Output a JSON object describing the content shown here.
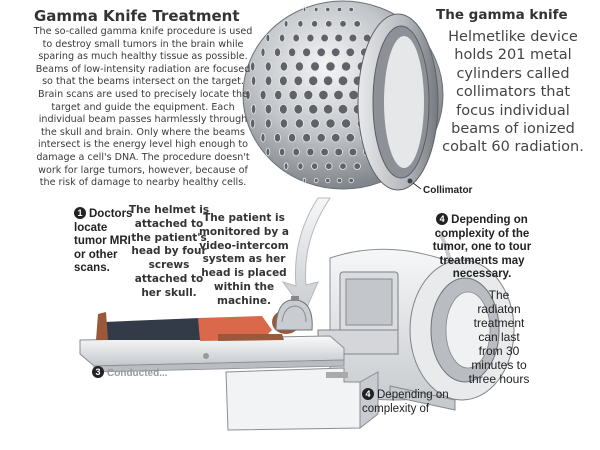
{
  "header": {
    "title": "Gamma Knife Treatment",
    "intro": "The so-called gamma knife procedure is used to destroy small tumors in the brain while sparing as much healthy tissue as possible. Beams of low-intensity radiation are focused so that the beams intersect on the target. Brain scans are used to precisely locate the target and guide the equipment. Each individual beam passes harmlessly through the skull and brain. Only where the beams intersect is the energy level high enough to damage a cell's DNA. The procedure doesn't work for large tumors, however, because of the risk of damage to nearby healthy cells."
  },
  "helmet": {
    "title": "The gamma knife",
    "description": "Helmetlike device holds 201 metal cylinders called collimators that focus individual beams of ionized cobalt 60 radiation.",
    "collimator_label": "Collimator"
  },
  "steps": [
    {
      "number": "1",
      "text": "Doctors locate tumor MRI or other scans."
    },
    {
      "number": "3",
      "text": "Conducted..."
    },
    {
      "number": "4",
      "text": "Depending on complexity of the tumor, one to tour treatments may necessary."
    },
    {
      "number": "4",
      "text": "Depending on complexity of"
    }
  ],
  "callouts": {
    "helmet_attach": "The helmet is attached to the patient's head by four screws attached to her skull.",
    "monitoring": "The patient is monitored by a video-intercom system as her head is placed within the machine.",
    "duration": "The radiaton treatment can last from 30 minutes to three hours"
  },
  "colors": {
    "metal": "#b9bcc1",
    "metal_dark": "#7d8288",
    "shirt": "#d9694a",
    "pants": "#333a48",
    "skin": "#9a5a3a",
    "arrow": "#d2d4d8"
  }
}
